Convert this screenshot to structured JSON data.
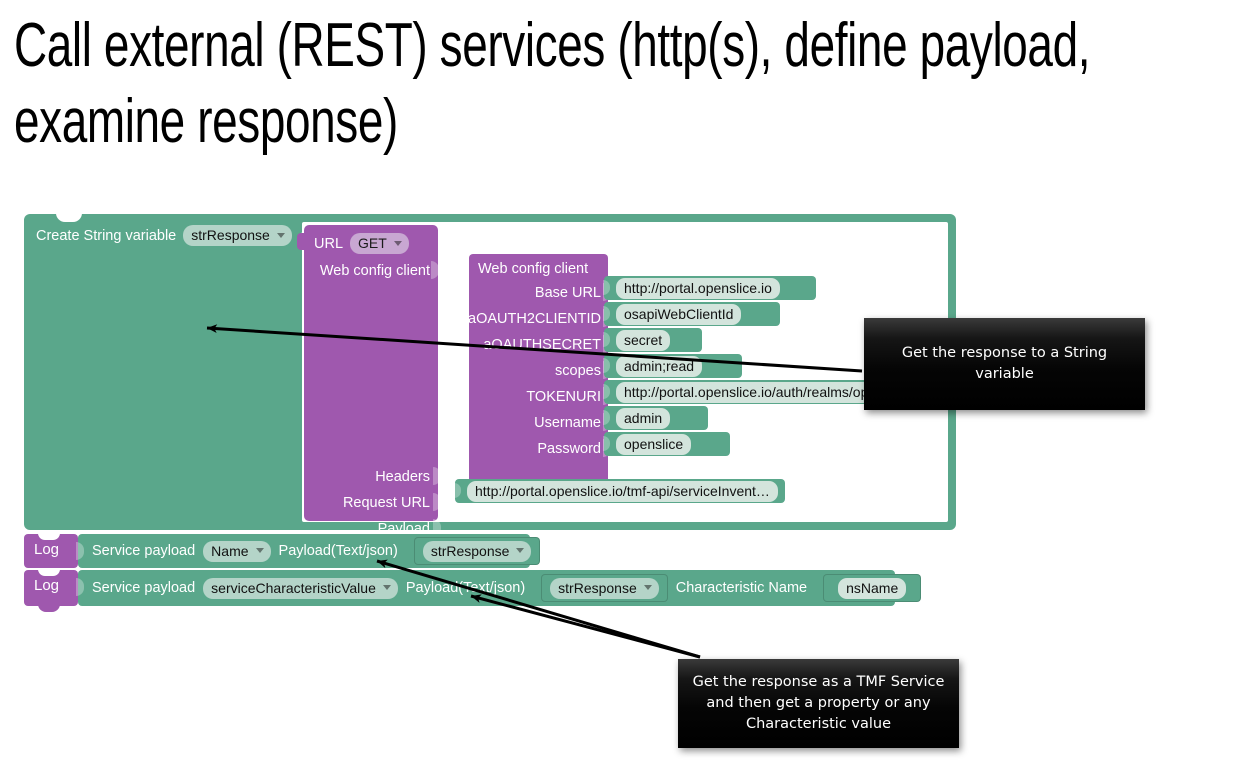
{
  "slide": {
    "title": "Call external (REST) services (http(s), define payload, examine response)"
  },
  "colors": {
    "block_green": "#5aa78b",
    "block_purple": "#9f58ae",
    "field_green": "#b4d4c8",
    "field_purple": "#c8a7d2",
    "text_field": "#d3e4dc",
    "callout_bg": "#000000",
    "callout_text": "#ffffff"
  },
  "workspace": {
    "outer_block": {
      "label": "Create String variable",
      "variable": "strResponse",
      "equals": "=",
      "variable_caret_icon": "caret-down-icon"
    },
    "url_block": {
      "label": "URL",
      "method": "GET",
      "method_caret_icon": "caret-down-icon",
      "webconfig_label": "Web config client",
      "rows": [
        {
          "label": "Headers",
          "value": ""
        },
        {
          "label": "Request URL",
          "value": "http://portal.openslice.io/tmf-api/serviceInvent…"
        },
        {
          "label": "Payload",
          "value": ""
        }
      ]
    },
    "webconfig_block": {
      "title": "Web config client",
      "fields": [
        {
          "label": "Base URL",
          "value": "http://portal.openslice.io"
        },
        {
          "label": "aOAUTH2CLIENTID",
          "value": "osapiWebClientId"
        },
        {
          "label": "aOAUTHSECRET",
          "value": "secret"
        },
        {
          "label": "scopes",
          "value": "admin;read"
        },
        {
          "label": "TOKENURI",
          "value": "http://portal.openslice.io/auth/realms/ope"
        },
        {
          "label": "Username",
          "value": "admin"
        },
        {
          "label": "Password",
          "value": "openslice"
        }
      ]
    },
    "log_blocks": [
      {
        "keyword": "Log",
        "service_payload_label": "Service payload",
        "property": "Name",
        "property_caret_icon": "caret-down-icon",
        "payload_label": "Payload(Text/json)",
        "payload_value": "strResponse",
        "payload_caret_icon": "caret-down-icon",
        "characteristic_label": "",
        "characteristic_value": ""
      },
      {
        "keyword": "Log",
        "service_payload_label": "Service payload",
        "property": "serviceCharacteristicValue",
        "property_caret_icon": "caret-down-icon",
        "payload_label": "Payload(Text/json)",
        "payload_value": "strResponse",
        "payload_caret_icon": "caret-down-icon",
        "characteristic_label": "Characteristic Name",
        "characteristic_value": "nsName"
      }
    ]
  },
  "callouts": [
    {
      "id": "callout-string-variable",
      "text": "Get the response to a String variable"
    },
    {
      "id": "callout-tmf-service",
      "text": "Get the response as a TMF Service and then get a property or any Characteristic value"
    }
  ]
}
